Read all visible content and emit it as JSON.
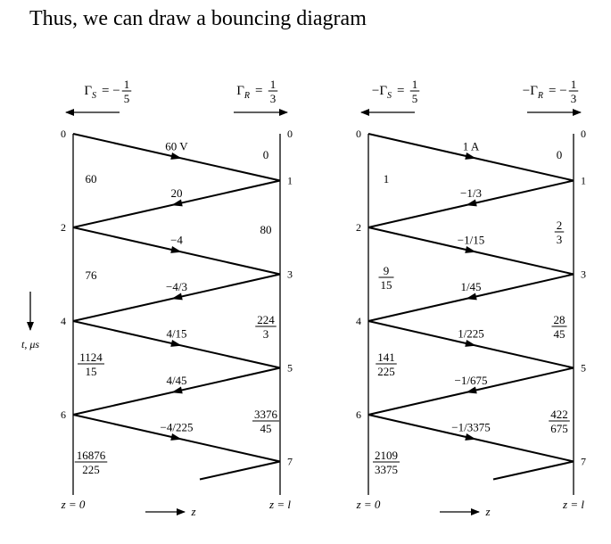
{
  "heading": "Thus, we can draw a bouncing diagram",
  "time_axis_label": "t, μs",
  "z_axis_label": "z",
  "diagrams": [
    {
      "id": "voltage",
      "gamma_source": {
        "symbol": "Γ",
        "sub": "S",
        "sign": "",
        "rhs_sign": "−",
        "num": "1",
        "den": "5"
      },
      "gamma_load": {
        "symbol": "Γ",
        "sub": "R",
        "sign": "",
        "rhs_sign": "",
        "num": "1",
        "den": "3"
      },
      "left_times": [
        "0",
        "2",
        "4",
        "6"
      ],
      "right_times": [
        "0",
        "1",
        "3",
        "5",
        "7"
      ],
      "wave_labels": [
        "60 V",
        "20",
        "−4",
        "−4/3",
        "4/15",
        "4/45",
        "−4/225"
      ],
      "left_values": [
        {
          "text": "60"
        },
        {
          "text": "76"
        },
        {
          "num": "1124",
          "den": "15"
        },
        {
          "num": "16876",
          "den": "225"
        }
      ],
      "right_values": [
        {
          "text": "0"
        },
        {
          "text": "80"
        },
        {
          "num": "224",
          "den": "3"
        },
        {
          "num": "3376",
          "den": "45"
        }
      ],
      "z_left": "z = 0",
      "z_right": "z = l"
    },
    {
      "id": "current",
      "gamma_source": {
        "symbol": "Γ",
        "sub": "S",
        "sign": "−",
        "rhs_sign": "",
        "num": "1",
        "den": "5"
      },
      "gamma_load": {
        "symbol": "Γ",
        "sub": "R",
        "sign": "−",
        "rhs_sign": "−",
        "num": "1",
        "den": "3"
      },
      "left_times": [
        "0",
        "2",
        "4",
        "6"
      ],
      "right_times": [
        "0",
        "1",
        "3",
        "5",
        "7"
      ],
      "wave_labels": [
        "1 A",
        "−1/3",
        "−1/15",
        "1/45",
        "1/225",
        "−1/675",
        "−1/3375"
      ],
      "left_values": [
        {
          "text": "1"
        },
        {
          "num": "9",
          "den": "15"
        },
        {
          "num": "141",
          "den": "225"
        },
        {
          "num": "2109",
          "den": "3375"
        }
      ],
      "right_values": [
        {
          "text": "0"
        },
        {
          "num": "2",
          "den": "3"
        },
        {
          "num": "28",
          "den": "45"
        },
        {
          "num": "422",
          "den": "675"
        }
      ],
      "z_left": "z = 0",
      "z_right": "z = l"
    }
  ]
}
